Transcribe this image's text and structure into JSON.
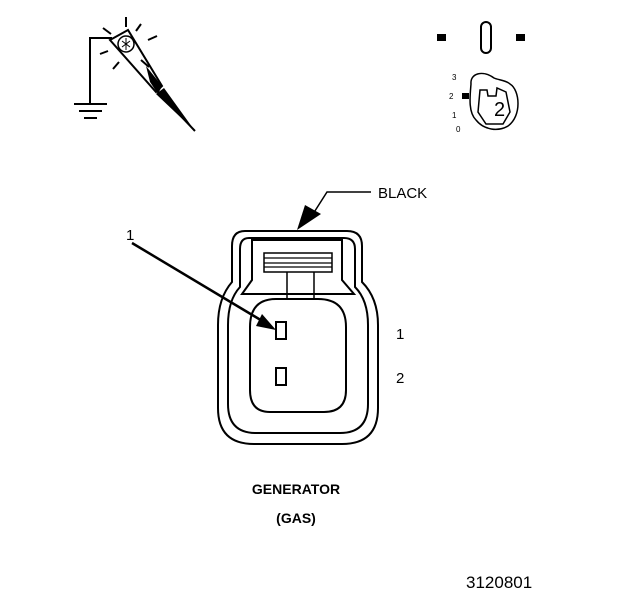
{
  "diagram": {
    "wire_color_label": "BLACK",
    "callout_number": "1",
    "pin_labels": [
      "1",
      "2"
    ],
    "component_name": "GENERATOR",
    "component_variant": "(GAS)",
    "figure_number": "3120801",
    "ignition_switch": {
      "positions": [
        "3",
        "2",
        "1",
        "0"
      ],
      "key_position": "2"
    },
    "icons": [
      "ground-icon",
      "test-light-probe-icon",
      "ignition-key-icon",
      "connector-icon"
    ]
  }
}
